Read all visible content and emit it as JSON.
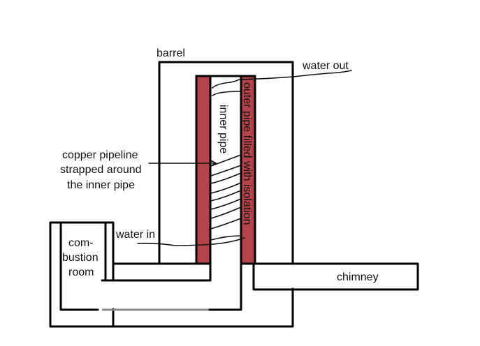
{
  "diagram": {
    "type": "schematic",
    "subject": "water heater with barrel, inner and outer pipes",
    "colors": {
      "line": "#000000",
      "outer_pipe_fill": "#b5434a",
      "background": "#ffffff"
    },
    "labels": {
      "barrel": "barrel",
      "water_out": "water out",
      "inner_pipe": "inner pipe",
      "outer_pipe": "outer pipe filled with isolation",
      "copper_line1": "copper pipeline",
      "copper_line2": "strapped around",
      "copper_line3": "the inner pipe",
      "water_in": "water in",
      "combustion_line1": "com-",
      "combustion_line2": "bustion",
      "combustion_line3": "room",
      "chimney": "chimney"
    },
    "coil_turns": 12
  }
}
